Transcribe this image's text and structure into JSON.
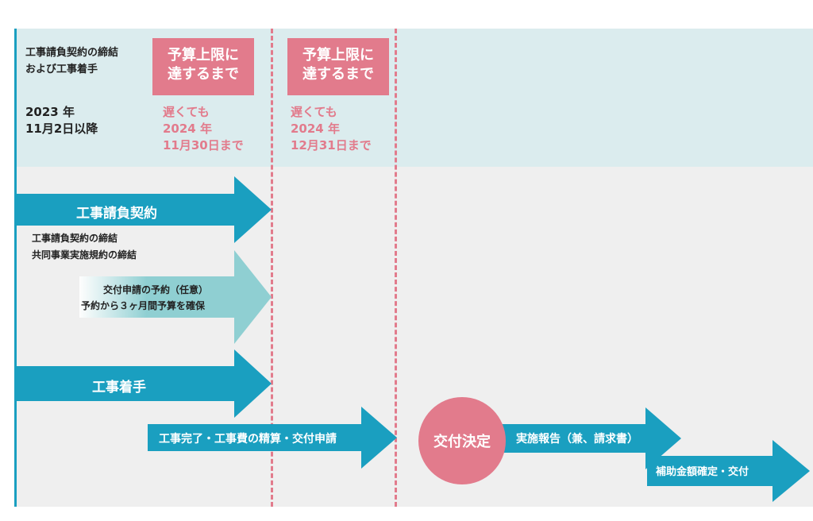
{
  "conditions": {
    "contract_title": "工事請負契約の締結",
    "contract_sub": "および工事着手",
    "date_line1": "2023 年",
    "date_line2": "11月2日以降"
  },
  "limits": [
    {
      "box_line1": "予算上限に",
      "box_line2": "達するまで",
      "deadline": [
        "遅くても",
        "2024 年",
        "11月30日まで"
      ]
    },
    {
      "box_line1": "予算上限に",
      "box_line2": "達するまで",
      "deadline": [
        "遅くても",
        "2024 年",
        "12月31日まで"
      ]
    }
  ],
  "steps": {
    "contract": "工事請負契約",
    "contract_notes": [
      "工事請負契約の締結",
      "共同事業実施規約の締結"
    ],
    "reservation_line1": "交付申請の予約（任意）",
    "reservation_line2": "予約から３ヶ月間予算を確保",
    "start": "工事着手",
    "completion": "工事完了・工事費の精算・交付申請",
    "decision": "交付決定",
    "report": "実施報告（兼、請求書）",
    "final": "補助金額確定・交付"
  },
  "colors": {
    "blue": "#1a9fc0",
    "teal_light": "#8fcfd2",
    "pink": "#e27b8c",
    "top_band": "#dbecee",
    "bottom_band": "#efefef"
  }
}
